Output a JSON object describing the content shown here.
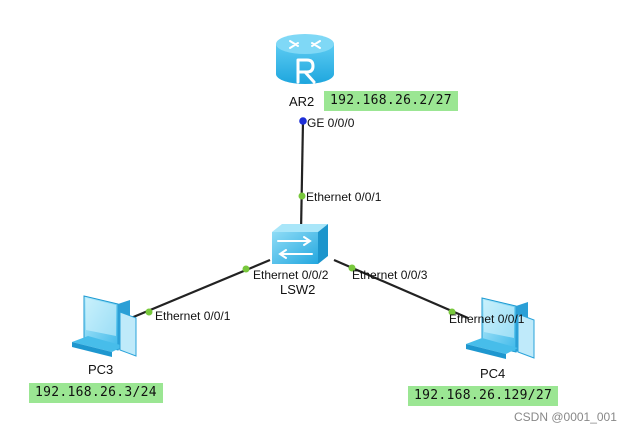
{
  "colors": {
    "ip_label_bg": "#9be693",
    "link": "#222222",
    "port_dot": "#78c83c",
    "router_port_dot": "#1e2fd8",
    "device_blue": "#35b6ea"
  },
  "devices": {
    "router": {
      "name": "AR2",
      "icon": "router-icon",
      "ip": "192.168.26.2/27",
      "port": "GE 0/0/0"
    },
    "switch": {
      "name": "LSW2",
      "icon": "switch-icon",
      "ports": [
        "Ethernet 0/0/1",
        "Ethernet 0/0/2",
        "Ethernet 0/0/3"
      ]
    },
    "pc3": {
      "name": "PC3",
      "icon": "pc-icon",
      "ip": "192.168.26.3/24",
      "port": "Ethernet 0/0/1"
    },
    "pc4": {
      "name": "PC4",
      "icon": "pc-icon",
      "ip": "192.168.26.129/27",
      "port": "Ethernet 0/0/1"
    }
  },
  "watermark": "CSDN @0001_001"
}
